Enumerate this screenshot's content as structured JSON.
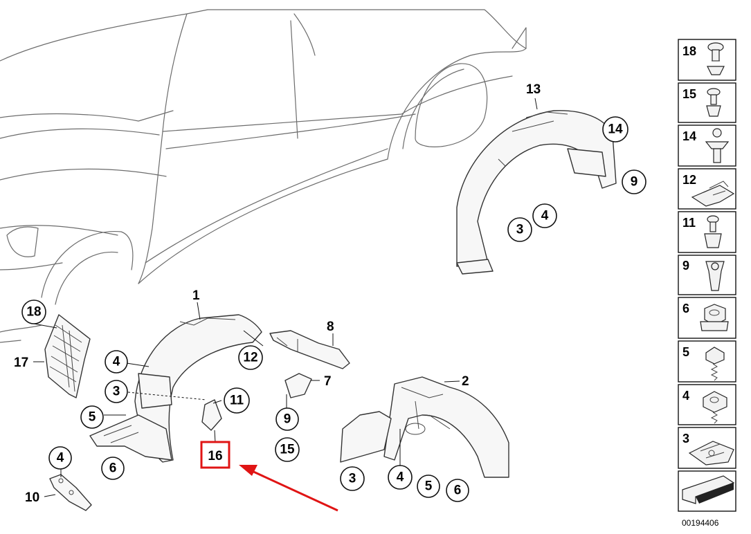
{
  "callouts": {
    "c18": "18",
    "c17": "17",
    "c1": "1",
    "c12": "12",
    "c4a": "4",
    "c3a": "3",
    "c5a": "5",
    "c6a": "6",
    "c11": "11",
    "c16": "16",
    "c4b": "4",
    "c10": "10",
    "c8": "8",
    "c7": "7",
    "c9a": "9",
    "c15": "15",
    "c2": "2",
    "c3b": "3",
    "c4c": "4",
    "c5b": "5",
    "c6b": "6",
    "c13": "13",
    "c14": "14",
    "c9b": "9",
    "c3c": "3",
    "c4d": "4"
  },
  "legend": [
    "18",
    "15",
    "14",
    "12",
    "11",
    "9",
    "6",
    "5",
    "4",
    "3"
  ],
  "doc_number": "00194406",
  "colors": {
    "highlight": "#e01414",
    "line": "#333333",
    "sketch": "#6b6b6b"
  }
}
